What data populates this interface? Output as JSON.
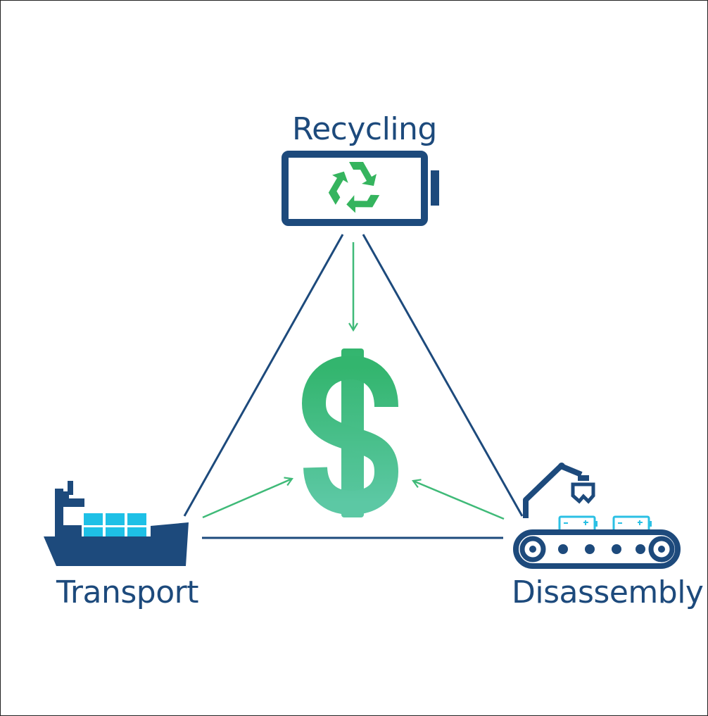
{
  "nodes": {
    "recycling": {
      "label": "Recycling",
      "icon": "battery-recycle-icon"
    },
    "transport": {
      "label": "Transport",
      "icon": "cargo-ship-icon"
    },
    "disassembly": {
      "label": "Disassembly",
      "icon": "conveyor-robot-arm-icon"
    }
  },
  "center": {
    "icon": "dollar-sign-icon",
    "symbol": "$"
  },
  "colors": {
    "navy": "#1d4a7c",
    "green": "#3fba78",
    "green_light": "#56c8a0",
    "cyan": "#2bc0e4",
    "recycle_green": "#35b45e"
  }
}
